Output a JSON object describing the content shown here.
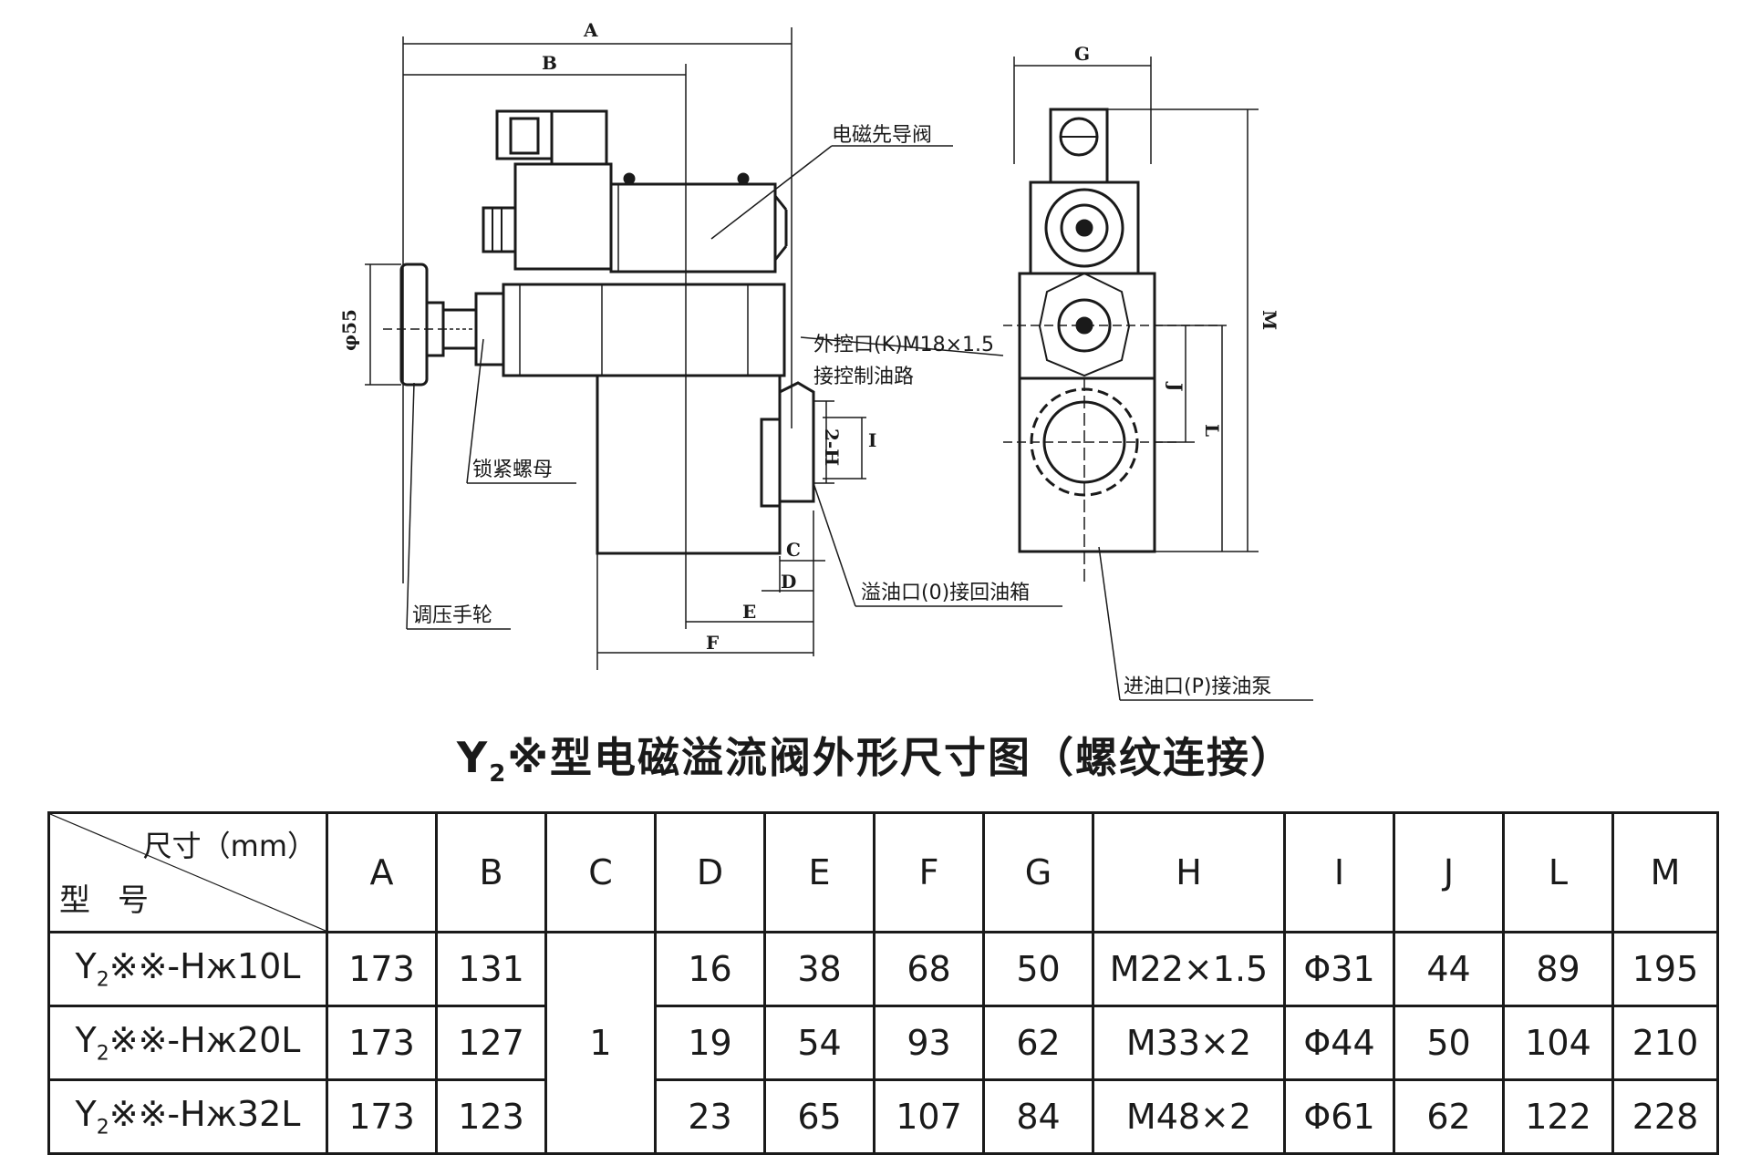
{
  "drawing": {
    "dim_labels": [
      "A",
      "B",
      "C",
      "D",
      "E",
      "F",
      "G",
      "M",
      "J",
      "L",
      "I",
      "2-H"
    ],
    "diameter_label": "φ55",
    "callouts": {
      "pilot_valve": "电磁先导阀",
      "external_control_port": "外控口(K)M18×1.5",
      "external_control_line": "接控制油路",
      "lock_nut": "锁紧螺母",
      "overflow_port": "溢油口(0)接回油箱",
      "handwheel": "调压手轮",
      "inlet_port": "进油口(P)接油泵"
    }
  },
  "title": {
    "prefix": "Y",
    "subscript": "2",
    "text": "※型电磁溢流阀外形尺寸图（螺纹连接）"
  },
  "table": {
    "corner_size": "尺寸（mm）",
    "corner_model": "型号",
    "columns": [
      "A",
      "B",
      "C",
      "D",
      "E",
      "F",
      "G",
      "H",
      "I",
      "J",
      "L",
      "M"
    ],
    "rows": [
      {
        "model_prefix": "Y",
        "model_sub": "2",
        "model_suffix": "※※-Hж10L",
        "A": "173",
        "B": "131",
        "D": "16",
        "E": "38",
        "F": "68",
        "G": "50",
        "H": "M22×1.5",
        "I": "Φ31",
        "J": "44",
        "L": "89",
        "M": "195"
      },
      {
        "model_prefix": "Y",
        "model_sub": "2",
        "model_suffix": "※※-Hж20L",
        "A": "173",
        "B": "127",
        "D": "19",
        "E": "54",
        "F": "93",
        "G": "62",
        "H": "M33×2",
        "I": "Φ44",
        "J": "50",
        "L": "104",
        "M": "210"
      },
      {
        "model_prefix": "Y",
        "model_sub": "2",
        "model_suffix": "※※-Hж32L",
        "A": "173",
        "B": "123",
        "D": "23",
        "E": "65",
        "F": "107",
        "G": "84",
        "H": "M48×2",
        "I": "Φ61",
        "J": "62",
        "L": "122",
        "M": "228"
      }
    ],
    "c_merged": "1"
  }
}
